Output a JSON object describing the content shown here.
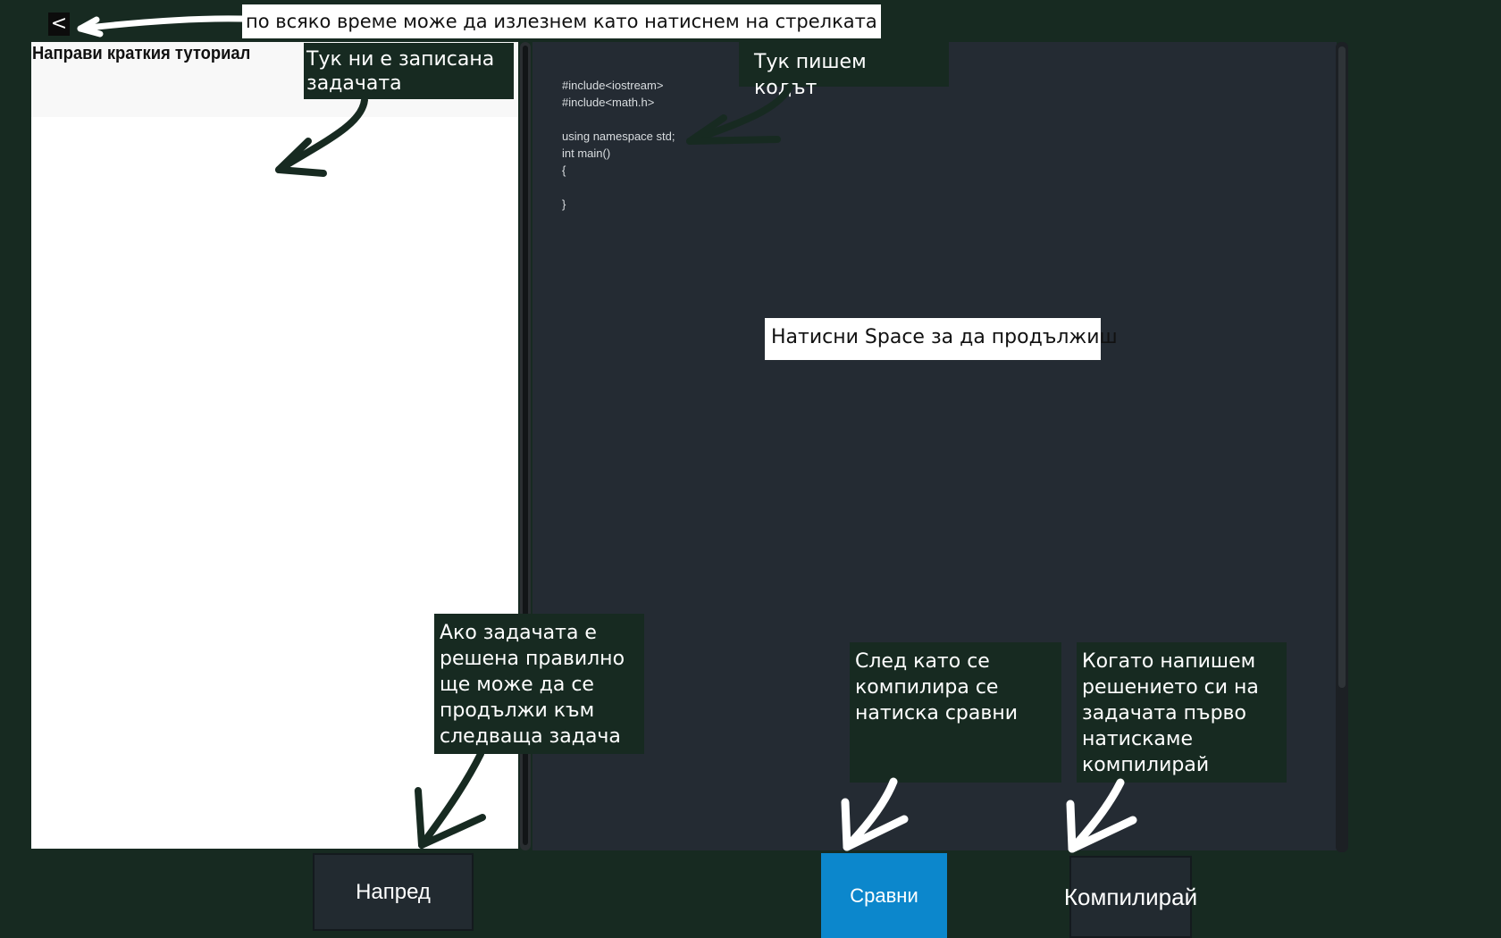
{
  "back": {
    "label": "<"
  },
  "exit_tip": "по всяко време може да излезнем като натиснем на стрелката",
  "task_panel": {
    "title": "Направи краткия туториал"
  },
  "editor": {
    "code_lines": [
      "#include<iostream>",
      "#include<math.h>",
      "",
      "using namespace std;",
      "int main()",
      "{",
      "",
      "}"
    ]
  },
  "callouts": {
    "task_hint": "Тук ни е записана задачата",
    "code_hint": "Тук пишем кодът",
    "continue_hint": "Натисни Space за да продължиш",
    "next_hint": "Ако задачата е решена правилно ще може да се продължи към следваща задача",
    "compare_hint": "След като се компилира се натиска сравни",
    "compile_hint": "Когато напишем решението си на задачата първо натискаме компилирай"
  },
  "buttons": {
    "next": "Напред",
    "compare": "Сравни",
    "compile": "Компилирай"
  },
  "colors": {
    "background": "#172a21",
    "editor": "#242b33",
    "compare_button": "#0c87cc",
    "dark_button": "#222a30"
  }
}
